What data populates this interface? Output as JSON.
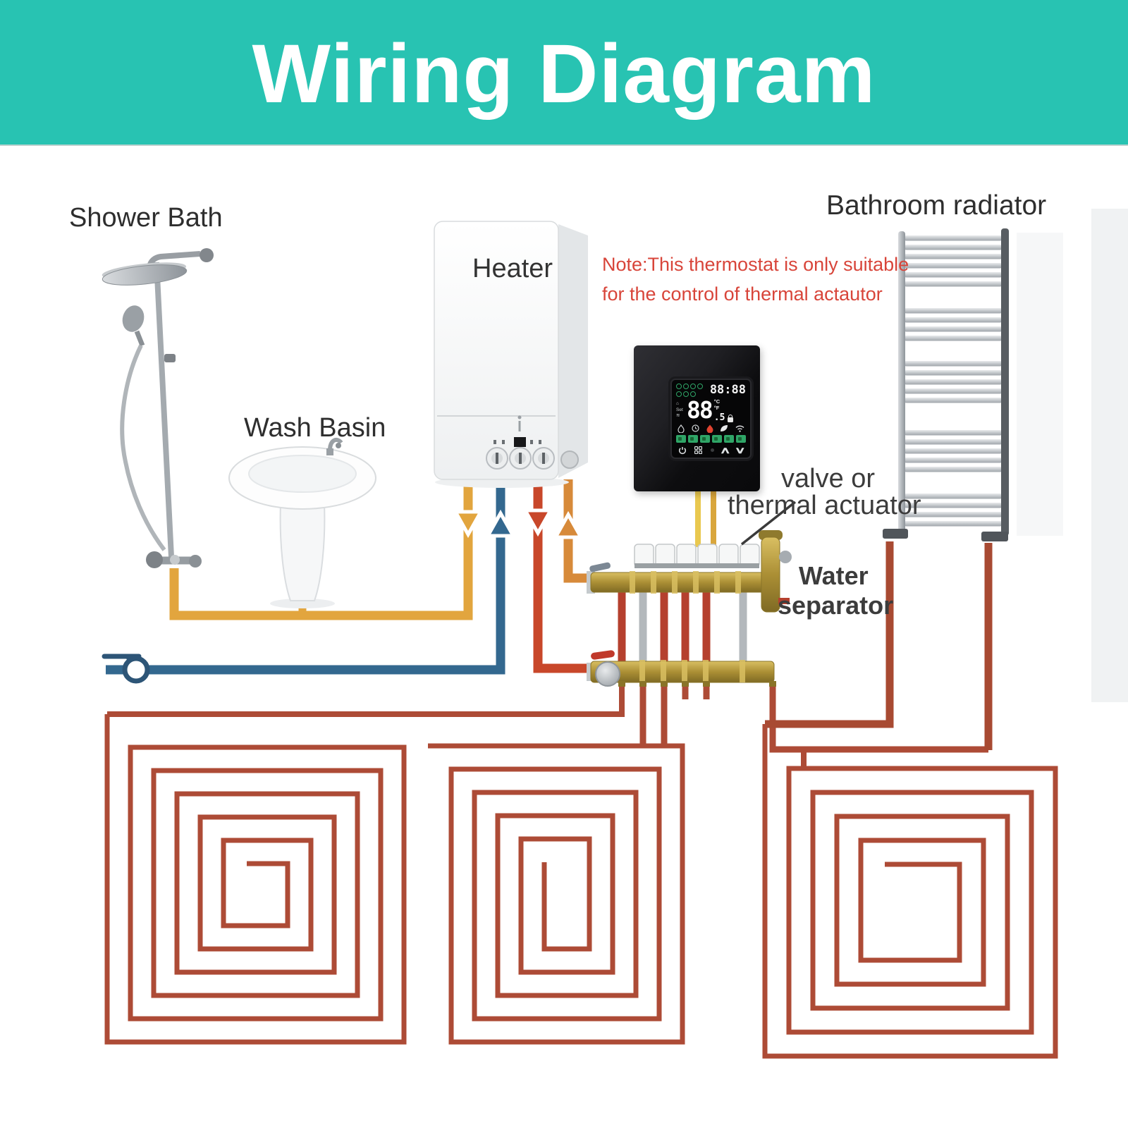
{
  "title": "Wiring Diagram",
  "header": {
    "background": "#28c3b2",
    "text_color": "#ffffff"
  },
  "labels": {
    "shower_bath": "Shower Bath",
    "wash_basin": "Wash Basin",
    "heater": "Heater",
    "bathroom_radiator": "Bathroom radiator",
    "valve_actuator_line1": "valve or",
    "valve_actuator_line2": "thermal actuator",
    "water_separator_line1": "Water",
    "water_separator_line2": "separator"
  },
  "note": {
    "line1": "Note:This thermostat is only suitable",
    "line2": "for the control of thermal actautor",
    "color": "#d8453a"
  },
  "thermostat": {
    "time": "88:88",
    "temperature": "88",
    "temperature_decimal": ".5",
    "unit_celsius": "°C",
    "unit_fahrenheit": "°F"
  },
  "colors": {
    "accent_teal": "#28c3b2",
    "pipe_hot_yellow": "#e2a53e",
    "pipe_cold_blue": "#33688f",
    "pipe_supply_red": "#c8472a",
    "pipe_return_orange": "#d78a3a",
    "floor_loop_brown": "#ad4b36",
    "radiator_pipe_brown": "#a84a32",
    "manifold_brass": "#b1953f",
    "display_green": "#2fa567",
    "flame_red": "#e04330"
  }
}
